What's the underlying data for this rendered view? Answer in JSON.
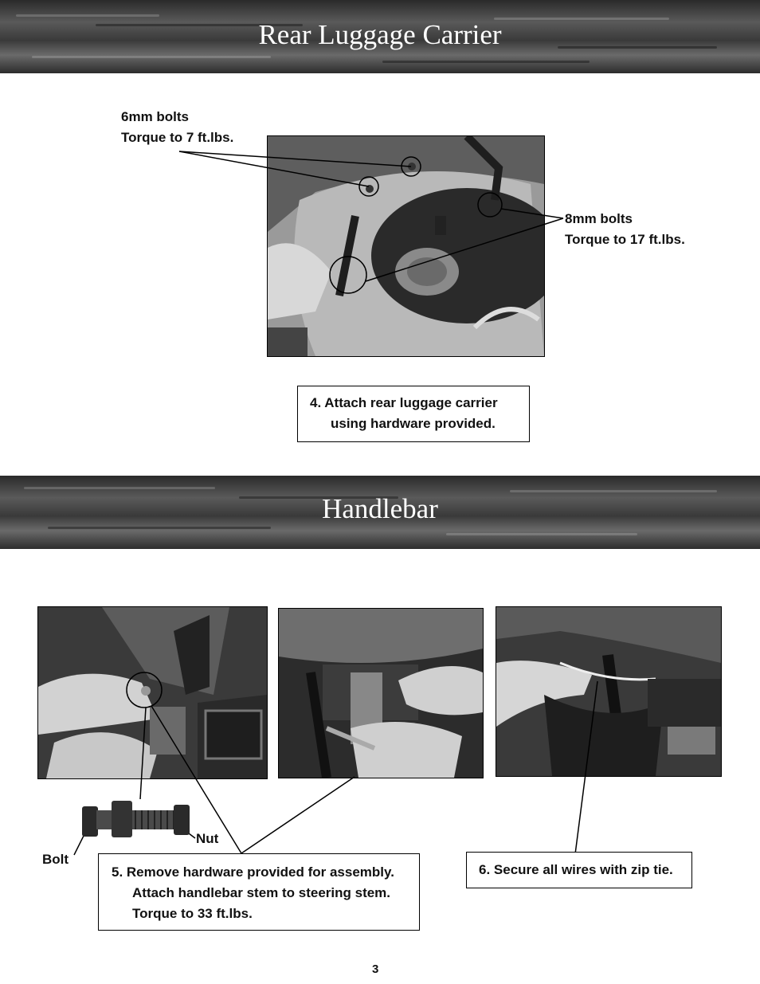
{
  "sections": {
    "luggage": {
      "title": "Rear Luggage Carrier"
    },
    "handlebar": {
      "title": "Handlebar"
    }
  },
  "callouts": {
    "bolts_6mm": {
      "line1": "6mm bolts",
      "line2": "Torque to 7 ft.lbs."
    },
    "bolts_8mm": {
      "line1": "8mm bolts",
      "line2": "Torque to 17 ft.lbs."
    },
    "nut": "Nut",
    "bolt": "Bolt"
  },
  "steps": {
    "step4": {
      "line1": "4.  Attach rear luggage carrier",
      "line2": "using hardware provided."
    },
    "step5": {
      "line1": "5.  Remove hardware provided for assembly.",
      "line2": "Attach handlebar stem to steering stem.",
      "line3": "Torque to 33 ft.lbs."
    },
    "step6": {
      "line1": "6.  Secure all wires with zip tie."
    }
  },
  "page_number": "3"
}
